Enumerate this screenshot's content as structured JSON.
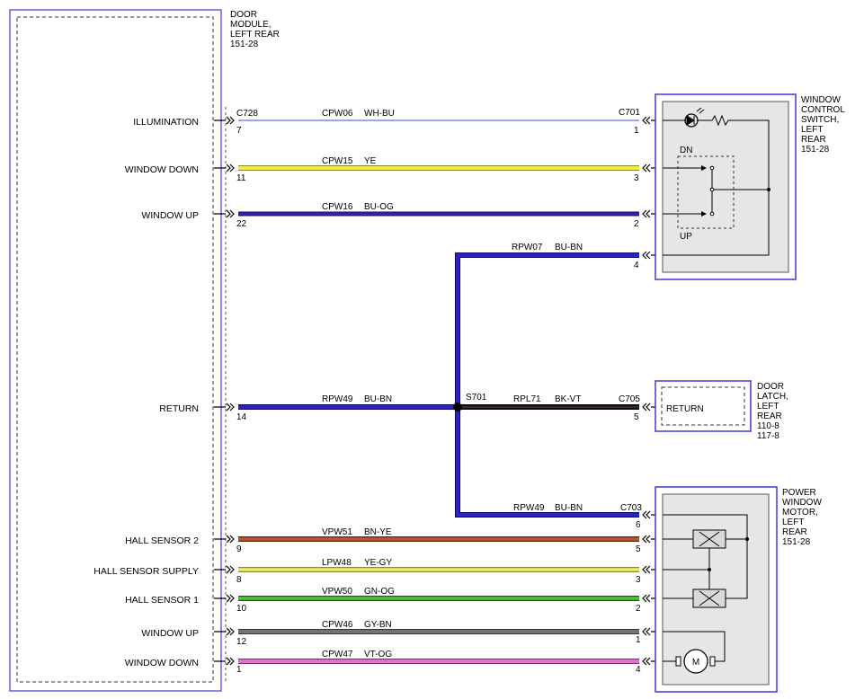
{
  "module": {
    "name_lines": [
      "DOOR",
      "MODULE,",
      "LEFT REAR",
      "151-28"
    ],
    "connector": "C728"
  },
  "colors": {
    "box_border": "#3b3bd6",
    "switch_fill": "#e6e6e6",
    "WH-BU": "#5f6fe0",
    "YE": "#f0ec3a",
    "BU-OG": "#3a1fb0",
    "BU-BN": "#2a22c8",
    "BK-VT": "#2a1a1a",
    "BN-YE": "#b5582f",
    "YE-GY": "#ecec6a",
    "GN-OG": "#52c23c",
    "GY-BN": "#7a7070",
    "VT-OG": "#e070c8"
  },
  "signals": [
    {
      "label": "ILLUMINATION",
      "pin": "7",
      "circuit": "CPW06",
      "color": "WH-BU",
      "dest_pin": "1"
    },
    {
      "label": "WINDOW DOWN",
      "pin": "11",
      "circuit": "CPW15",
      "color": "YE",
      "dest_pin": "3"
    },
    {
      "label": "WINDOW UP",
      "pin": "22",
      "circuit": "CPW16",
      "color": "BU-OG",
      "dest_pin": "2"
    },
    {
      "label": "RETURN",
      "pin": "14",
      "circuit": "RPW49",
      "color": "BU-BN",
      "dest_pin": ""
    },
    {
      "label": "HALL SENSOR 2",
      "pin": "9",
      "circuit": "VPW51",
      "color": "BN-YE",
      "dest_pin": "5"
    },
    {
      "label": "HALL SENSOR SUPPLY",
      "pin": "8",
      "circuit": "LPW48",
      "color": "YE-GY",
      "dest_pin": "3"
    },
    {
      "label": "HALL SENSOR 1",
      "pin": "10",
      "circuit": "VPW50",
      "color": "GN-OG",
      "dest_pin": "2"
    },
    {
      "label": "WINDOW UP",
      "pin": "12",
      "circuit": "CPW46",
      "color": "GY-BN",
      "dest_pin": "1"
    },
    {
      "label": "WINDOW DOWN",
      "pin": "1",
      "circuit": "CPW47",
      "color": "VT-OG",
      "dest_pin": "4"
    }
  ],
  "splice": {
    "name": "S701",
    "branches": [
      {
        "circuit": "RPW07",
        "color": "BU-BN",
        "dest_pin": "4"
      },
      {
        "circuit": "RPL71",
        "color": "BK-VT",
        "dest_pin": "5"
      },
      {
        "circuit": "RPW49",
        "color": "BU-BN",
        "dest_pin": "6"
      }
    ]
  },
  "window_switch": {
    "name_lines": [
      "WINDOW",
      "CONTROL",
      "SWITCH,",
      "LEFT",
      "REAR",
      "151-28"
    ],
    "connector": "C701",
    "dn_label": "DN",
    "up_label": "UP"
  },
  "door_latch": {
    "name_lines": [
      "DOOR",
      "LATCH,",
      "LEFT",
      "REAR",
      "110-8",
      "117-8"
    ],
    "connector": "C705",
    "inner_label": "RETURN"
  },
  "window_motor": {
    "name_lines": [
      "POWER",
      "WINDOW",
      "MOTOR,",
      "LEFT",
      "REAR",
      "151-28"
    ],
    "connector": "C703",
    "motor_label": "M"
  }
}
